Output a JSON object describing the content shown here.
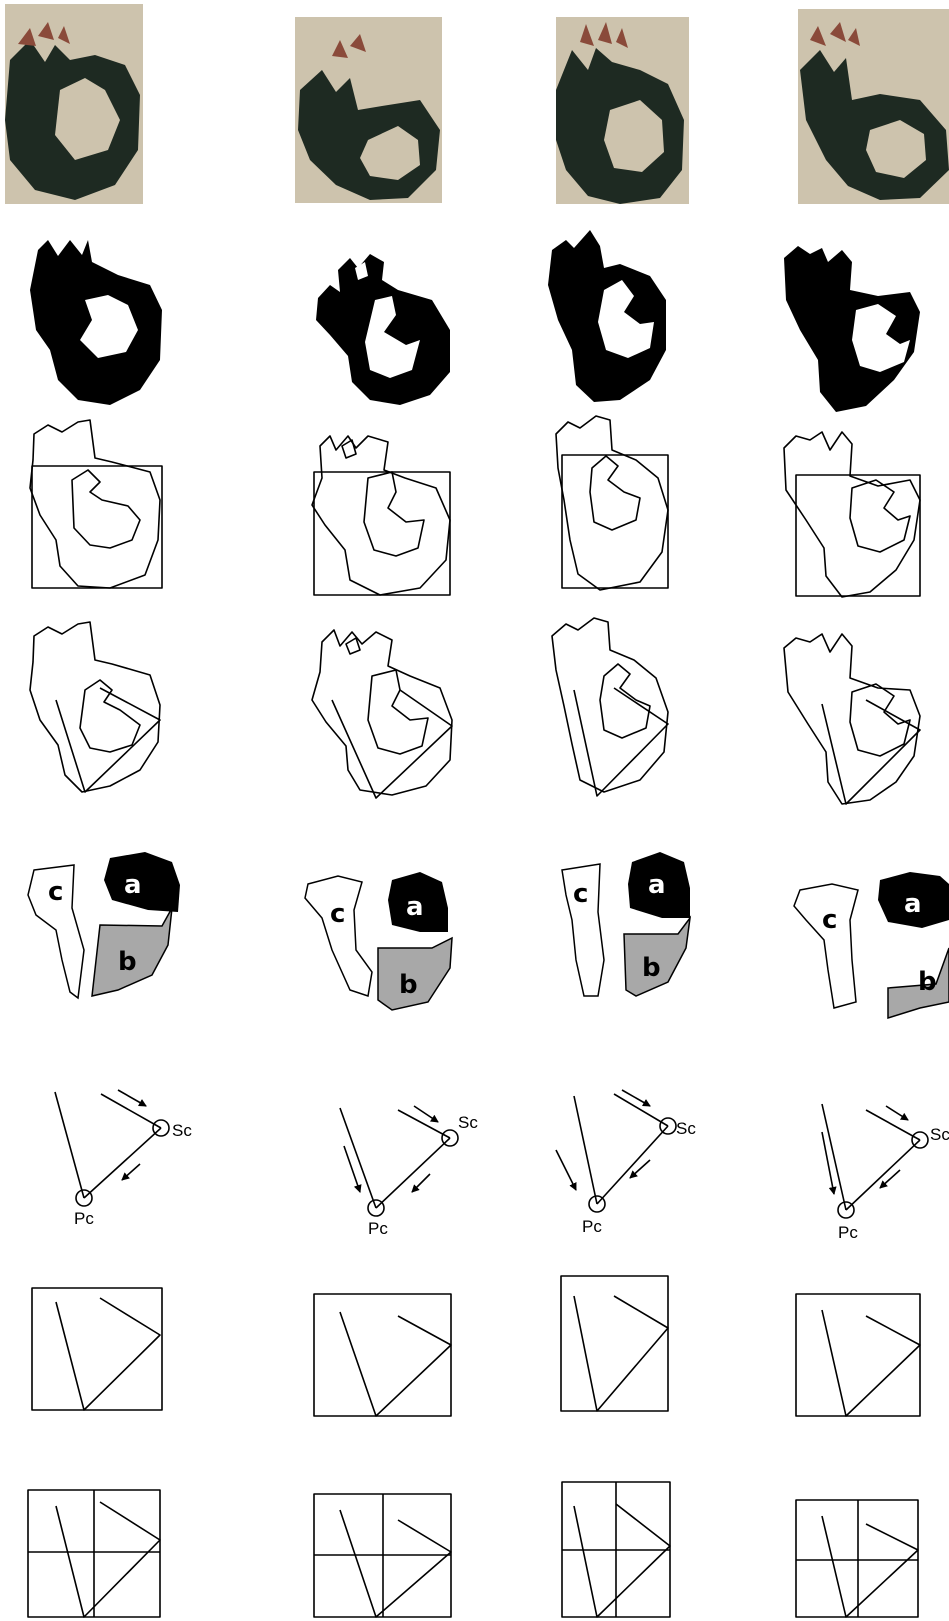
{
  "colors": {
    "ink": "#000000",
    "paper_scan": "#cdc3ad",
    "ink_scan": "#1e2a22",
    "serif_scan": "#8a4a3a",
    "segment_a": "#000000",
    "segment_b": "#a8a8a8",
    "segment_c": "#ffffff"
  },
  "columns": [
    {
      "segments": {
        "a": "a",
        "b": "b",
        "c": "c"
      },
      "points": {
        "secondary": "Sc",
        "primary": "Pc"
      }
    },
    {
      "segments": {
        "a": "a",
        "b": "b",
        "c": "c"
      },
      "points": {
        "secondary": "Sc",
        "primary": "Pc"
      }
    },
    {
      "segments": {
        "a": "a",
        "b": "b",
        "c": "c"
      },
      "points": {
        "secondary": "Sc",
        "primary": "Pc"
      }
    },
    {
      "segments": {
        "a": "a",
        "b": "b",
        "c": "c"
      },
      "points": {
        "secondary": "Sc",
        "primary": "Pc"
      }
    }
  ]
}
